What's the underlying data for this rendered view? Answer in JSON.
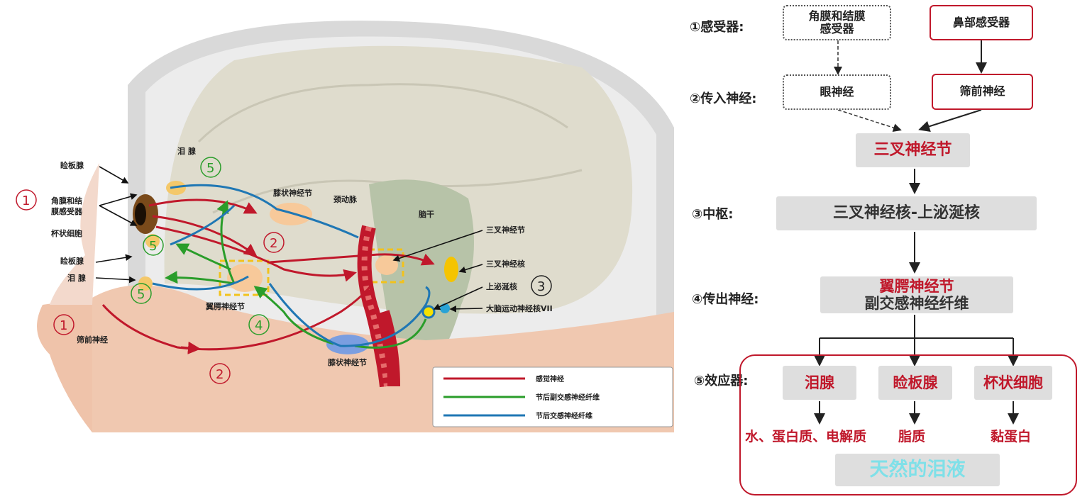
{
  "illustration": {
    "labels": {
      "meibomian_top": "睑板腺",
      "cornea_receptor": "角膜和结\n膜感受器",
      "goblet": "杯状细胞",
      "meibomian_low": "睑板腺",
      "lacrimal_low": "泪 腺",
      "lacrimal_top": "泪 腺",
      "geniculate": "膝状神经节",
      "carotid": "颈动脉",
      "brainstem": "脑干",
      "trigeminal_ganglion": "三叉神经节",
      "trigeminal_nucleus": "三叉神经核",
      "sup_salivatory": "上泌涎核",
      "facial_nucleus": "大脑运动神经核VII",
      "pterygopalatine": "翼腭神经节",
      "ethmoid_nerve": "筛前神经",
      "geniculate_low": "膝状神经节"
    },
    "markers": [
      "1",
      "1",
      "2",
      "2",
      "3",
      "4",
      "5",
      "5",
      "5"
    ],
    "legend": [
      {
        "label": "感觉神经",
        "color": "#c0182b"
      },
      {
        "label": "节后副交感神经纤维",
        "color": "#2a9d2a"
      },
      {
        "label": "节后交感神经纤维",
        "color": "#1f77b4"
      }
    ]
  },
  "flow": {
    "step1": "①感受器:",
    "step2": "②传入神经:",
    "step3": "③中枢:",
    "step4": "④传出神经:",
    "step5": "⑤效应器:",
    "receptor_eye_l1": "角膜和结膜",
    "receptor_eye_l2": "感受器",
    "receptor_nose": "鼻部感受器",
    "nerve_eye": "眼神经",
    "nerve_nose": "筛前神经",
    "trigeminal_ganglion": "三叉神经节",
    "center": "三叉神经核-上泌涎核",
    "efferent_l1": "翼腭神经节",
    "efferent_l2": "副交感神经纤维",
    "effectors": [
      "泪腺",
      "睑板腺",
      "杯状细胞"
    ],
    "products": [
      "水、蛋白质、电解质",
      "脂质",
      "黏蛋白"
    ],
    "result": "天然的泪液"
  }
}
